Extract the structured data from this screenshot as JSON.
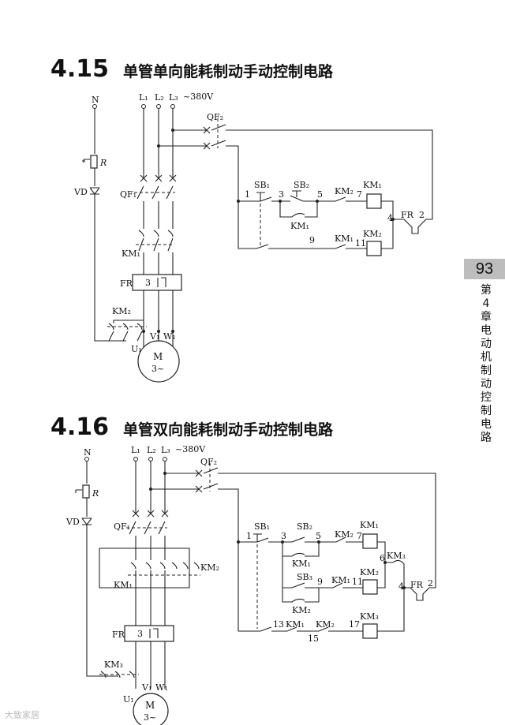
{
  "page": {
    "number": "93",
    "chapter_side": "第4章 电动机制动控制电路",
    "watermark": "大致家居"
  },
  "sec1": {
    "num": "4.15",
    "title": "单管单向能耗制动手动控制电路",
    "labels": {
      "N": "N",
      "L1": "L₁",
      "L2": "L₂",
      "L3": "L₃",
      "voltage": "~380V",
      "QF2": "QF₂",
      "R": "R",
      "VD": "VD",
      "QF1": "QF₁",
      "KM1": "KM₁",
      "FR": "FR",
      "FR3": "3",
      "KM2": "KM₂",
      "U1": "U₁",
      "V1": "V₁",
      "W1": "W₁",
      "M": "M",
      "M3": "3~",
      "SB1": "SB₁",
      "SB2": "SB₂",
      "n1": "1",
      "n3": "3",
      "n5": "5",
      "KM2c": "KM₂",
      "n7": "7",
      "KM1coil": "KM₁",
      "KM1aux": "KM₁",
      "n4": "4",
      "FRc": "FR",
      "n2": "2",
      "n9": "9",
      "KM1c2": "KM₁",
      "n11": "11",
      "KM2coil": "KM₂"
    }
  },
  "sec2": {
    "num": "4.16",
    "title": "单管双向能耗制动手动控制电路",
    "labels": {
      "N": "N",
      "L1": "L₁",
      "L2": "L₂",
      "L3": "L₃",
      "voltage": "~380V",
      "QF2": "QF₂",
      "R": "R",
      "VD": "VD",
      "QF1": "QF₁",
      "KM1": "KM₁",
      "KM2": "KM₂",
      "FR": "FR",
      "FR3": "3",
      "KM3": "KM₃",
      "U1": "U₁",
      "V1": "V₁",
      "W1": "W₁",
      "M": "M",
      "M3": "3~",
      "SB1": "SB₁",
      "SB2": "SB₂",
      "SB3": "SB₃",
      "n1": "1",
      "n3": "3",
      "n5": "5",
      "KM2a": "KM₂",
      "n7": "7",
      "KM1coil": "KM₁",
      "KM1aux": "KM₁",
      "n9": "9",
      "KM1b": "KM₁",
      "n11": "11",
      "KM2coil": "KM₂",
      "KM2aux": "KM₂",
      "n6": "6",
      "KM3c": "KM₃",
      "n4": "4",
      "FRc": "FR",
      "n2": "2",
      "n13": "13",
      "KM1d": "KM₁",
      "KM2d": "KM₂",
      "n17": "17",
      "n15": "15",
      "KM3coil": "KM₃"
    }
  }
}
